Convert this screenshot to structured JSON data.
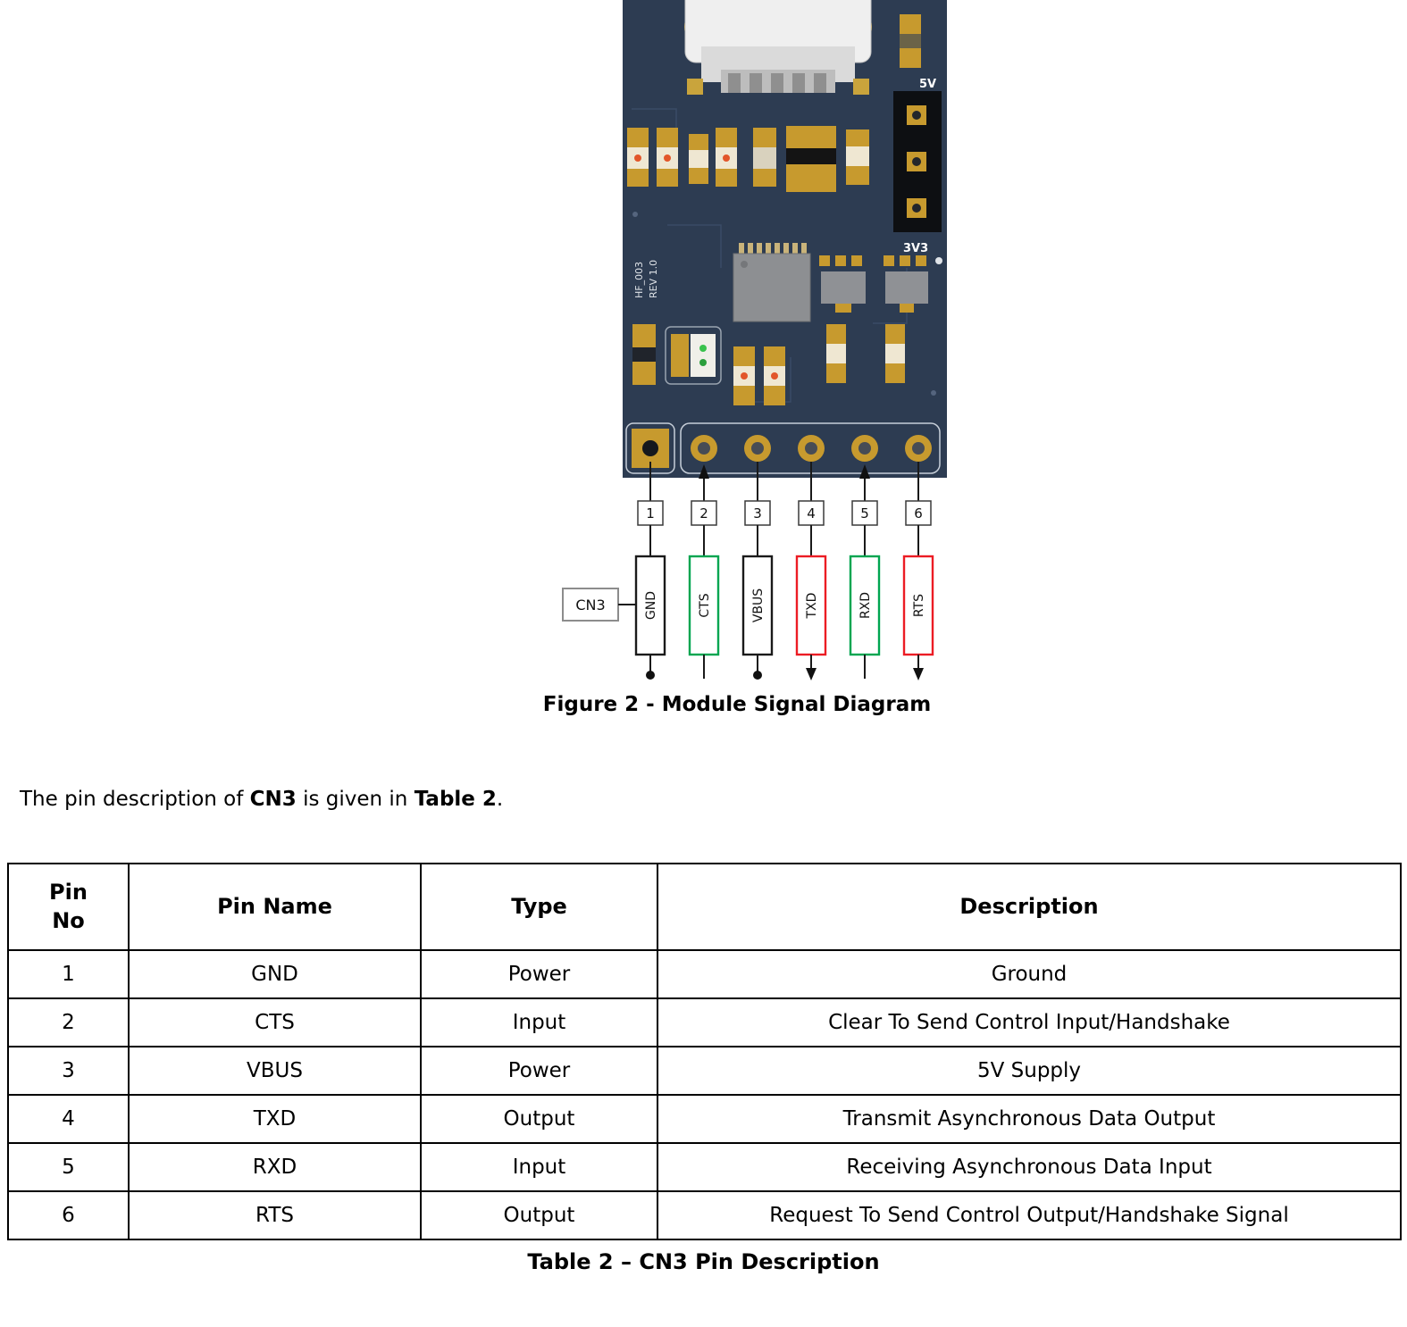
{
  "figure": {
    "caption": "Figure 2 - Module Signal Diagram",
    "board": {
      "silkscreen_line1": "HF_003",
      "silkscreen_line2": "REV 1.0",
      "label_5v": "5V",
      "label_3v3": "3V3",
      "pcb_color": "#2d3c52",
      "pad_gold": "#c79a2e"
    },
    "connector_label": "CN3",
    "pins": [
      {
        "no": "1",
        "name": "GND",
        "color": "#1a1a1a",
        "direction": "power"
      },
      {
        "no": "2",
        "name": "CTS",
        "color": "#00a550",
        "direction": "input"
      },
      {
        "no": "3",
        "name": "VBUS",
        "color": "#1a1a1a",
        "direction": "power"
      },
      {
        "no": "4",
        "name": "TXD",
        "color": "#ec1c24",
        "direction": "output"
      },
      {
        "no": "5",
        "name": "RXD",
        "color": "#00a550",
        "direction": "input"
      },
      {
        "no": "6",
        "name": "RTS",
        "color": "#ec1c24",
        "direction": "output"
      }
    ]
  },
  "paragraph": {
    "part1": "The pin description of ",
    "bold1": "CN3",
    "part2": " is given in ",
    "bold2": "Table 2",
    "part3": "."
  },
  "table": {
    "caption": "Table 2 – CN3 Pin Description",
    "headers": [
      "Pin No",
      "Pin Name",
      "Type",
      "Description"
    ],
    "rows": [
      [
        "1",
        "GND",
        "Power",
        "Ground"
      ],
      [
        "2",
        "CTS",
        "Input",
        "Clear To Send Control Input/Handshake"
      ],
      [
        "3",
        "VBUS",
        "Power",
        "5V Supply"
      ],
      [
        "4",
        "TXD",
        "Output",
        "Transmit Asynchronous Data Output"
      ],
      [
        "5",
        "RXD",
        "Input",
        "Receiving Asynchronous Data Input"
      ],
      [
        "6",
        "RTS",
        "Output",
        "Request To Send Control Output/Handshake Signal"
      ]
    ]
  }
}
